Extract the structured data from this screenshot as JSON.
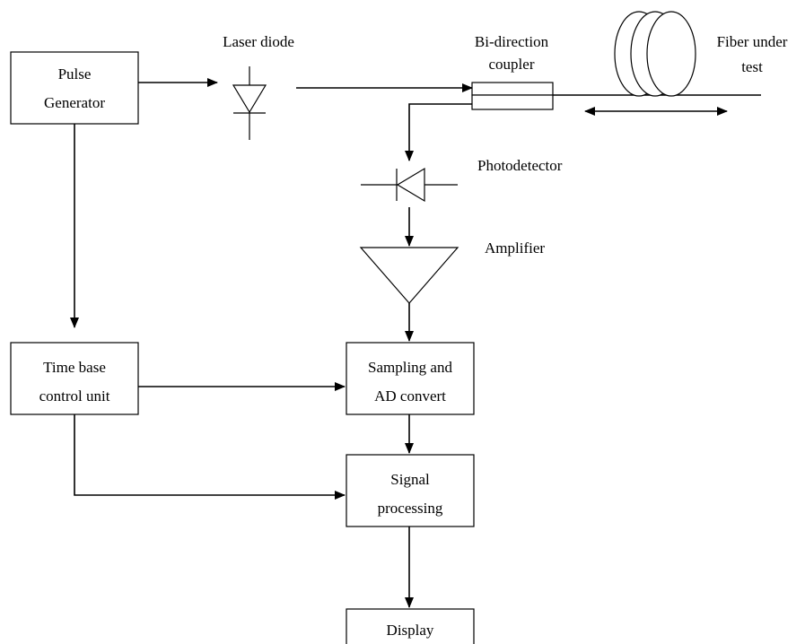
{
  "blocks": {
    "pulse_generator": [
      "Pulse",
      "Generator"
    ],
    "time_base": [
      "Time base",
      "control unit"
    ],
    "sampling": [
      "Sampling and",
      "AD convert"
    ],
    "signal_processing": [
      "Signal",
      "processing"
    ],
    "display": [
      "Display"
    ]
  },
  "labels": {
    "laser_diode": "Laser diode",
    "coupler": [
      "Bi-direction",
      "coupler"
    ],
    "fiber": [
      "Fiber under",
      "test"
    ],
    "photodetector": "Photodetector",
    "amplifier": "Amplifier"
  }
}
